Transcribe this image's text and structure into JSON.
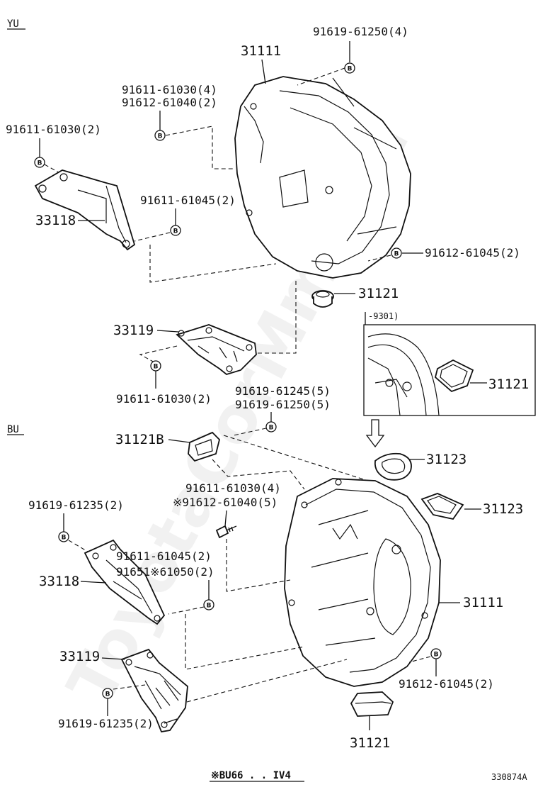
{
  "sections": {
    "top": "YU",
    "bottom": "BU"
  },
  "labels": {
    "p31111_top": "31111",
    "p91619_61250_4": "91619-61250(4)",
    "p91611_61030_4": "91611-61030(4)",
    "p91612_61040_2": "91612-61040(2)",
    "p91611_61030_2_top": "91611-61030(2)",
    "p33118_top": "33118",
    "p91611_61045_2_top": "91611-61045(2)",
    "p91612_61045_2_top": "91612-61045(2)",
    "p31121_top": "31121",
    "inset_range": "-9301)",
    "p33119_top": "33119",
    "p31121_inset": "31121",
    "p91611_61030_2_mid": "91611-61030(2)",
    "p91619_61245_5": "91619-61245(5)",
    "p91619_61250_5": "91619-61250(5)",
    "p31121B": "31121B",
    "p31123_a": "31123",
    "p31123_b": "31123",
    "p91611_61030_4_bot": "91611-61030(4)",
    "p91612_61040_5": "※91612-61040(5)",
    "p91619_61235_2_a": "91619-61235(2)",
    "p91611_61045_2_bot": "91611-61045(2)",
    "p91651_61050_2": "91651※61050(2)",
    "p33118_bot": "33118",
    "p31111_bot": "31111",
    "p33119_bot": "33119",
    "p91612_61045_2_bot": "91612-61045(2)",
    "p91619_61235_2_b": "91619-61235(2)",
    "p31121_bot": "31121"
  },
  "bolt_marker": "B",
  "footnote": "※BU66 . . IV4",
  "code": "330874A",
  "watermark": "ToyotaCorMme.ru"
}
